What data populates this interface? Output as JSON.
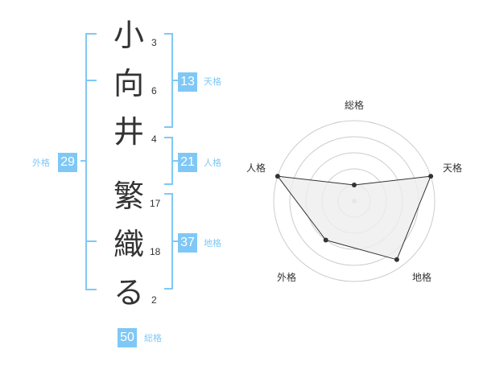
{
  "name_chars": [
    "小",
    "向",
    "井",
    "繁",
    "織",
    "る"
  ],
  "strokes": [
    "3",
    "6",
    "4",
    "17",
    "18",
    "2"
  ],
  "tenkaku": {
    "value": "13",
    "label": "天格"
  },
  "jinkaku": {
    "value": "21",
    "label": "人格"
  },
  "chikaku": {
    "value": "37",
    "label": "地格"
  },
  "gaikaku": {
    "value": "29",
    "label": "外格"
  },
  "soukaku": {
    "value": "50",
    "label": "総格"
  },
  "radar": {
    "axes": [
      "総格",
      "天格",
      "地格",
      "外格",
      "人格"
    ],
    "values": [
      0.2,
      1.0,
      0.9,
      0.6,
      1.0
    ],
    "rings": 5,
    "fill": "#eeeeee",
    "line": "#333333",
    "grid": "#cccccc"
  },
  "accent": "#7fc8f6"
}
